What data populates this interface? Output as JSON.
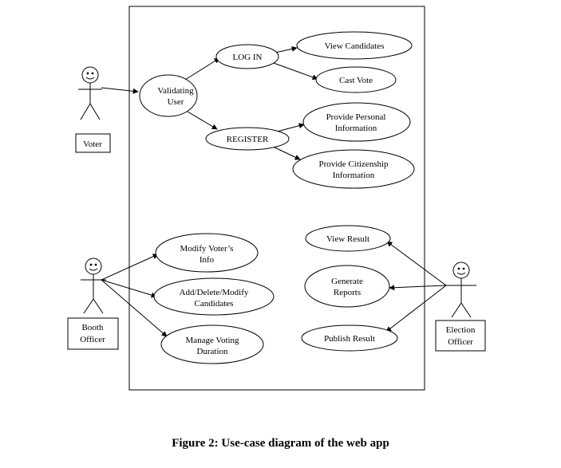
{
  "actors": {
    "voter": "Voter",
    "booth_officer": [
      "Booth",
      "Officer"
    ],
    "election_officer": [
      "Election",
      "Officer"
    ]
  },
  "use_cases": {
    "validating_user": [
      "Validating",
      "User"
    ],
    "log_in": "LOG IN",
    "register": "REGISTER",
    "view_candidates": "View Candidates",
    "cast_vote": "Cast Vote",
    "provide_personal_info": [
      "Provide Personal",
      "Information"
    ],
    "provide_citizenship_info": [
      "Provide Citizenship",
      "Information"
    ],
    "modify_voters_info": [
      "Modify Voter’s",
      "Info"
    ],
    "add_delete_modify_candidates": [
      "Add/Delete/Modify",
      "Candidates"
    ],
    "manage_voting_duration": [
      "Manage Voting",
      "Duration"
    ],
    "view_result": "View Result",
    "generate_reports": [
      "Generate",
      "Reports"
    ],
    "publish_result": "Publish Result"
  },
  "caption": "Figure 2: Use-case diagram of the web app"
}
